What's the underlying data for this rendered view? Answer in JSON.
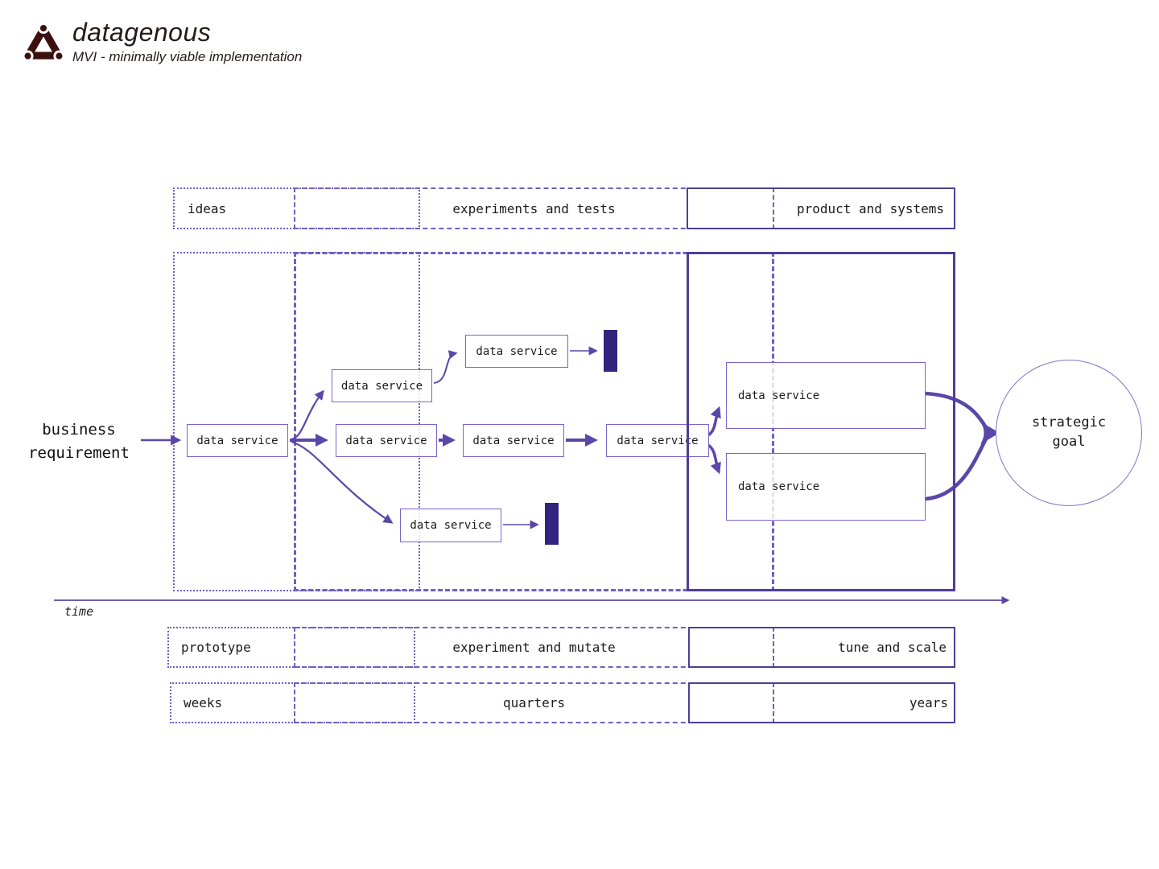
{
  "brand": {
    "name": "datagenous",
    "tagline": "MVI - minimally viable implementation"
  },
  "flow": {
    "input_line1": "business",
    "input_line2": "requirement",
    "service_label": "data service",
    "goal_line1": "strategic",
    "goal_line2": "goal"
  },
  "axis": {
    "label": "time"
  },
  "bands": {
    "top": {
      "dotted": "ideas",
      "dashed": "experiments and tests",
      "solid": "product and systems"
    },
    "phase": {
      "dotted": "prototype",
      "dashed": "experiment and mutate",
      "solid": "tune and scale"
    },
    "timescale": {
      "dotted": "weeks",
      "dashed": "quarters",
      "solid": "years"
    }
  },
  "colors": {
    "band_purple": "#6f5ec4",
    "band_solid_purple": "#4f3d99",
    "node_border": "#7c63cc",
    "arrow": "#5a47a8",
    "dark_bar": "#32237e",
    "logo_maroon": "#3a0f0c",
    "text": "#1b1b1b"
  }
}
